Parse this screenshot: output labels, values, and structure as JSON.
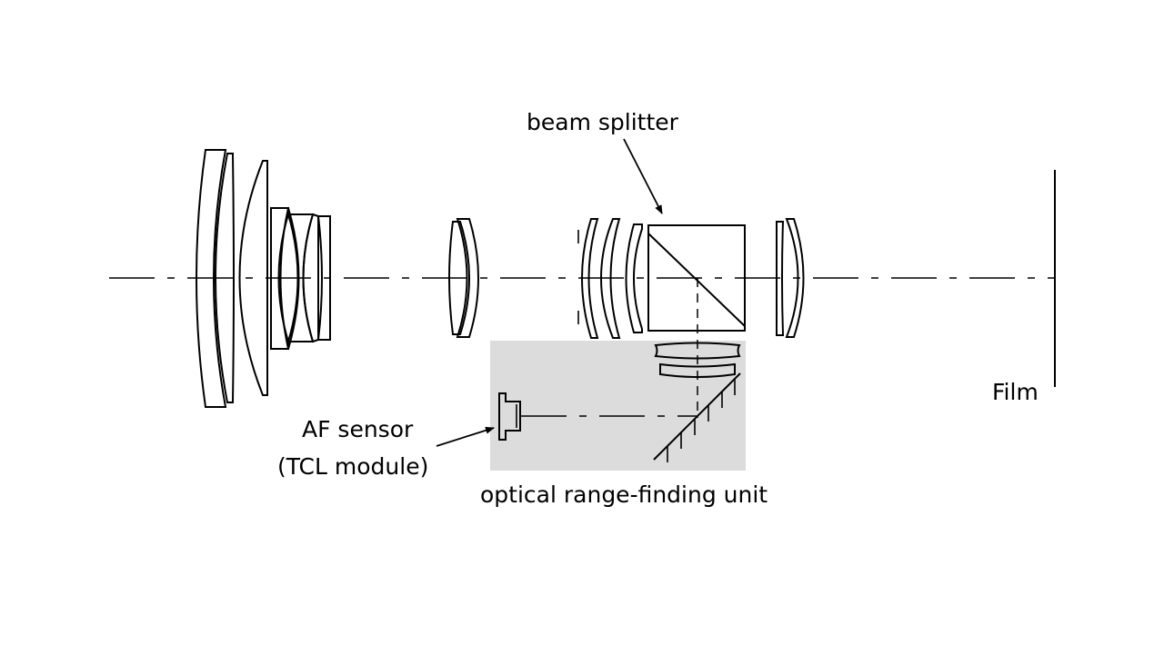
{
  "diagram": {
    "title": "Optical layout with beam splitter and AF range-finding unit",
    "labels": {
      "beam_splitter": "beam splitter",
      "af_sensor_line1": "AF sensor",
      "af_sensor_line2": "(TCL module)",
      "range_unit": "optical range-finding unit",
      "film": "Film"
    },
    "colors": {
      "line": "#000000",
      "unit_background": "#dcdcdc",
      "background": "#ffffff"
    },
    "components": [
      {
        "id": "front-group",
        "description": "front lens group (7 elements)"
      },
      {
        "id": "middle-lens",
        "description": "cemented doublet"
      },
      {
        "id": "aperture-stop",
        "description": "aperture stop"
      },
      {
        "id": "rear-group-1",
        "description": "lens group before beam splitter"
      },
      {
        "id": "beam-splitter",
        "description": "beam splitter cube"
      },
      {
        "id": "rear-group-2",
        "description": "lens group after beam splitter"
      },
      {
        "id": "film-plane",
        "description": "film plane"
      },
      {
        "id": "range-finding-unit",
        "description": "condenser lenses, mirror and AF sensor"
      }
    ]
  }
}
